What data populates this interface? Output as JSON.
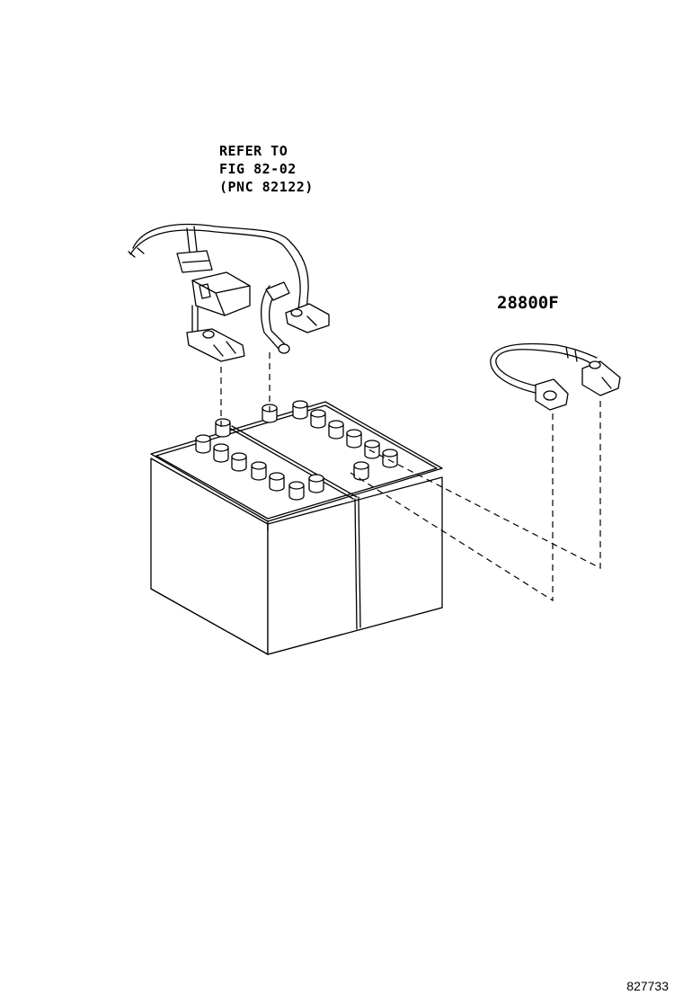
{
  "reference": {
    "line1": "REFER TO",
    "line2": "FIG 82-02",
    "line3": "(PNC 82122)"
  },
  "part_number": "28800F",
  "figure_id": "827733",
  "icons": [
    "battery-icon",
    "battery-cable-harness-icon",
    "battery-terminal-cable-icon",
    "battery-terminal-clamp-icon"
  ]
}
